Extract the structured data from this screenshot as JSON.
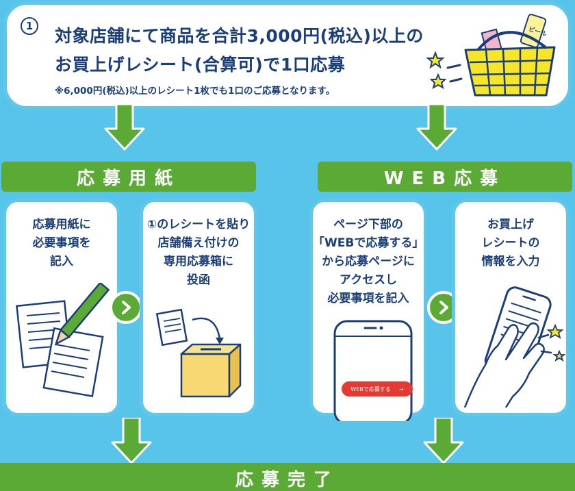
{
  "step_one": {
    "number": "1",
    "headline_line1": "対象店舗にて商品を合計3,000円(税込)以上の",
    "headline_line2": "お買上げレシート(合算可)で1口応募",
    "note": "※6,000円(税込)以上のレシート1枚でも1口のご応募となります。",
    "product_label": "ビール"
  },
  "paper_route": {
    "band_label": "応募用紙",
    "step1_lines": [
      "応募用紙に",
      "必要事項を",
      "記入"
    ],
    "step2_lines": [
      "①のレシートを貼り",
      "店舗備え付けの",
      "専用応募箱に",
      "投函"
    ]
  },
  "web_route": {
    "band_label": "WEB応募",
    "step1_lines": [
      "ページ下部の",
      "「WEBで応募する」",
      "から応募ページに",
      "アクセスし",
      "必要事項を記入"
    ],
    "phone_button_label": "WEBで応募する",
    "step2_lines": [
      "お買上げ",
      "レシートの",
      "情報を入力"
    ]
  },
  "completion": {
    "band_label": "応募完了"
  },
  "colors": {
    "background": "#58c4e9",
    "card_border": "#5fc6ec",
    "green": "#5aaa35",
    "navy": "#1a3e7a",
    "basket_yellow": "#f7e52a",
    "red_button": "#e43a34"
  }
}
